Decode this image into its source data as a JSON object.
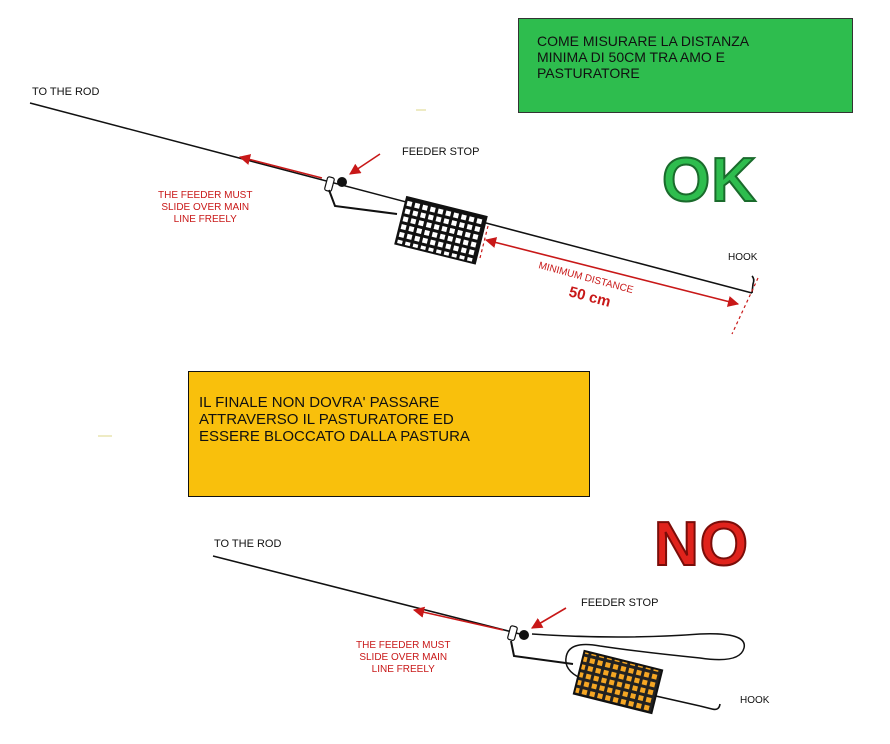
{
  "top_note": {
    "lines": [
      "COME MISURARE LA DISTANZA",
      "MINIMA DI 50CM TRA AMO E",
      "PASTURATORE"
    ],
    "color": "#2ebd4e"
  },
  "ok_panel": {
    "verdict": "OK",
    "to_rod": "TO THE ROD",
    "feeder_stop": "FEEDER STOP",
    "slide_note": [
      "THE FEEDER MUST",
      "SLIDE OVER MAIN",
      "LINE FREELY"
    ],
    "hook": "HOOK",
    "distance_label": "MINIMUM DISTANCE",
    "distance_value": "50 cm"
  },
  "warning_note": {
    "lines": [
      "IL FINALE NON DOVRA' PASSARE",
      "ATTRAVERSO IL PASTURATORE ED",
      "ESSERE BLOCCATO DALLA PASTURA"
    ],
    "color": "#f9c00c"
  },
  "no_panel": {
    "verdict": "NO",
    "to_rod": "TO THE ROD",
    "feeder_stop": "FEEDER STOP",
    "slide_note": [
      "THE FEEDER MUST",
      "SLIDE OVER MAIN",
      "LINE FREELY"
    ],
    "hook": "HOOK"
  },
  "colors": {
    "ok": "#2ebd4e",
    "no": "#e0231c",
    "arrows": "#c81818",
    "feeder_ok": "#ffffff",
    "feeder_no": "#f5a623"
  }
}
